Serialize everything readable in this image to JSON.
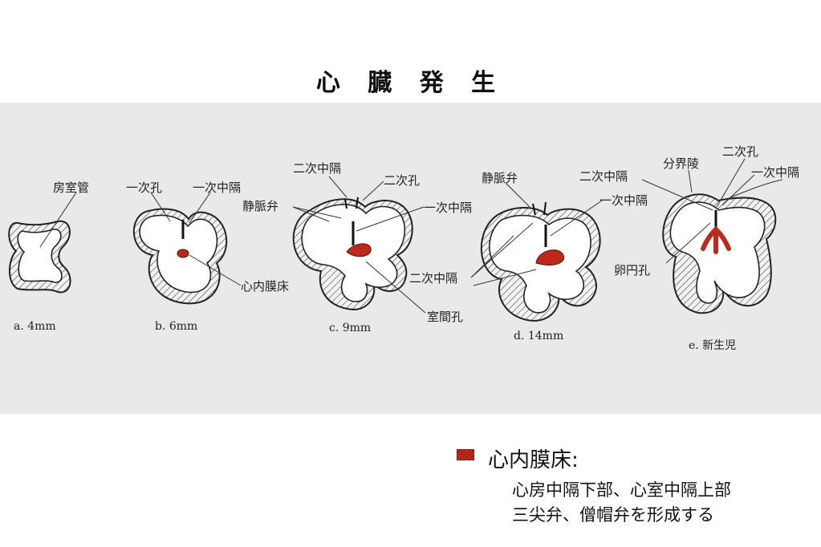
{
  "title": "心 臓 発 生",
  "diagram": {
    "labels": {
      "atrioventricular_canal": "房室管",
      "ostium_primum_b": "一次孔",
      "septum_primum_b": "一次中隔",
      "endocardial_cushion": "心内膜床",
      "septum_secundum_c": "二次中隔",
      "ostium_secundum_c": "二次孔",
      "venous_valve_c": "静脈弁",
      "septum_primum_c": "一次中隔",
      "interventricular_foramen": "室間孔",
      "venous_valve_d": "静脈弁",
      "septum_primum_d": "一次中隔",
      "septum_secundum_d": "二次中隔",
      "septum_secundum_e": "二次中隔",
      "crista_terminalis": "分界陵",
      "ostium_secundum_e": "二次孔",
      "septum_primum_e": "一次中隔",
      "foramen_ovale": "卵円孔"
    },
    "captions": {
      "a": "a. 4mm",
      "b": "b. 6mm",
      "c": "c. 9mm",
      "d": "d. 14mm",
      "e": "e. 新生児"
    }
  },
  "legend": {
    "swatch_color": "#c0281c",
    "title": "心内膜床:",
    "line1": "心房中隔下部、心室中隔上部",
    "line2": "三尖弁、僧帽弁を形成する"
  },
  "colors": {
    "cushion": "#c0281c",
    "panel_bg": "#e9e9e9",
    "outline": "#222222"
  }
}
